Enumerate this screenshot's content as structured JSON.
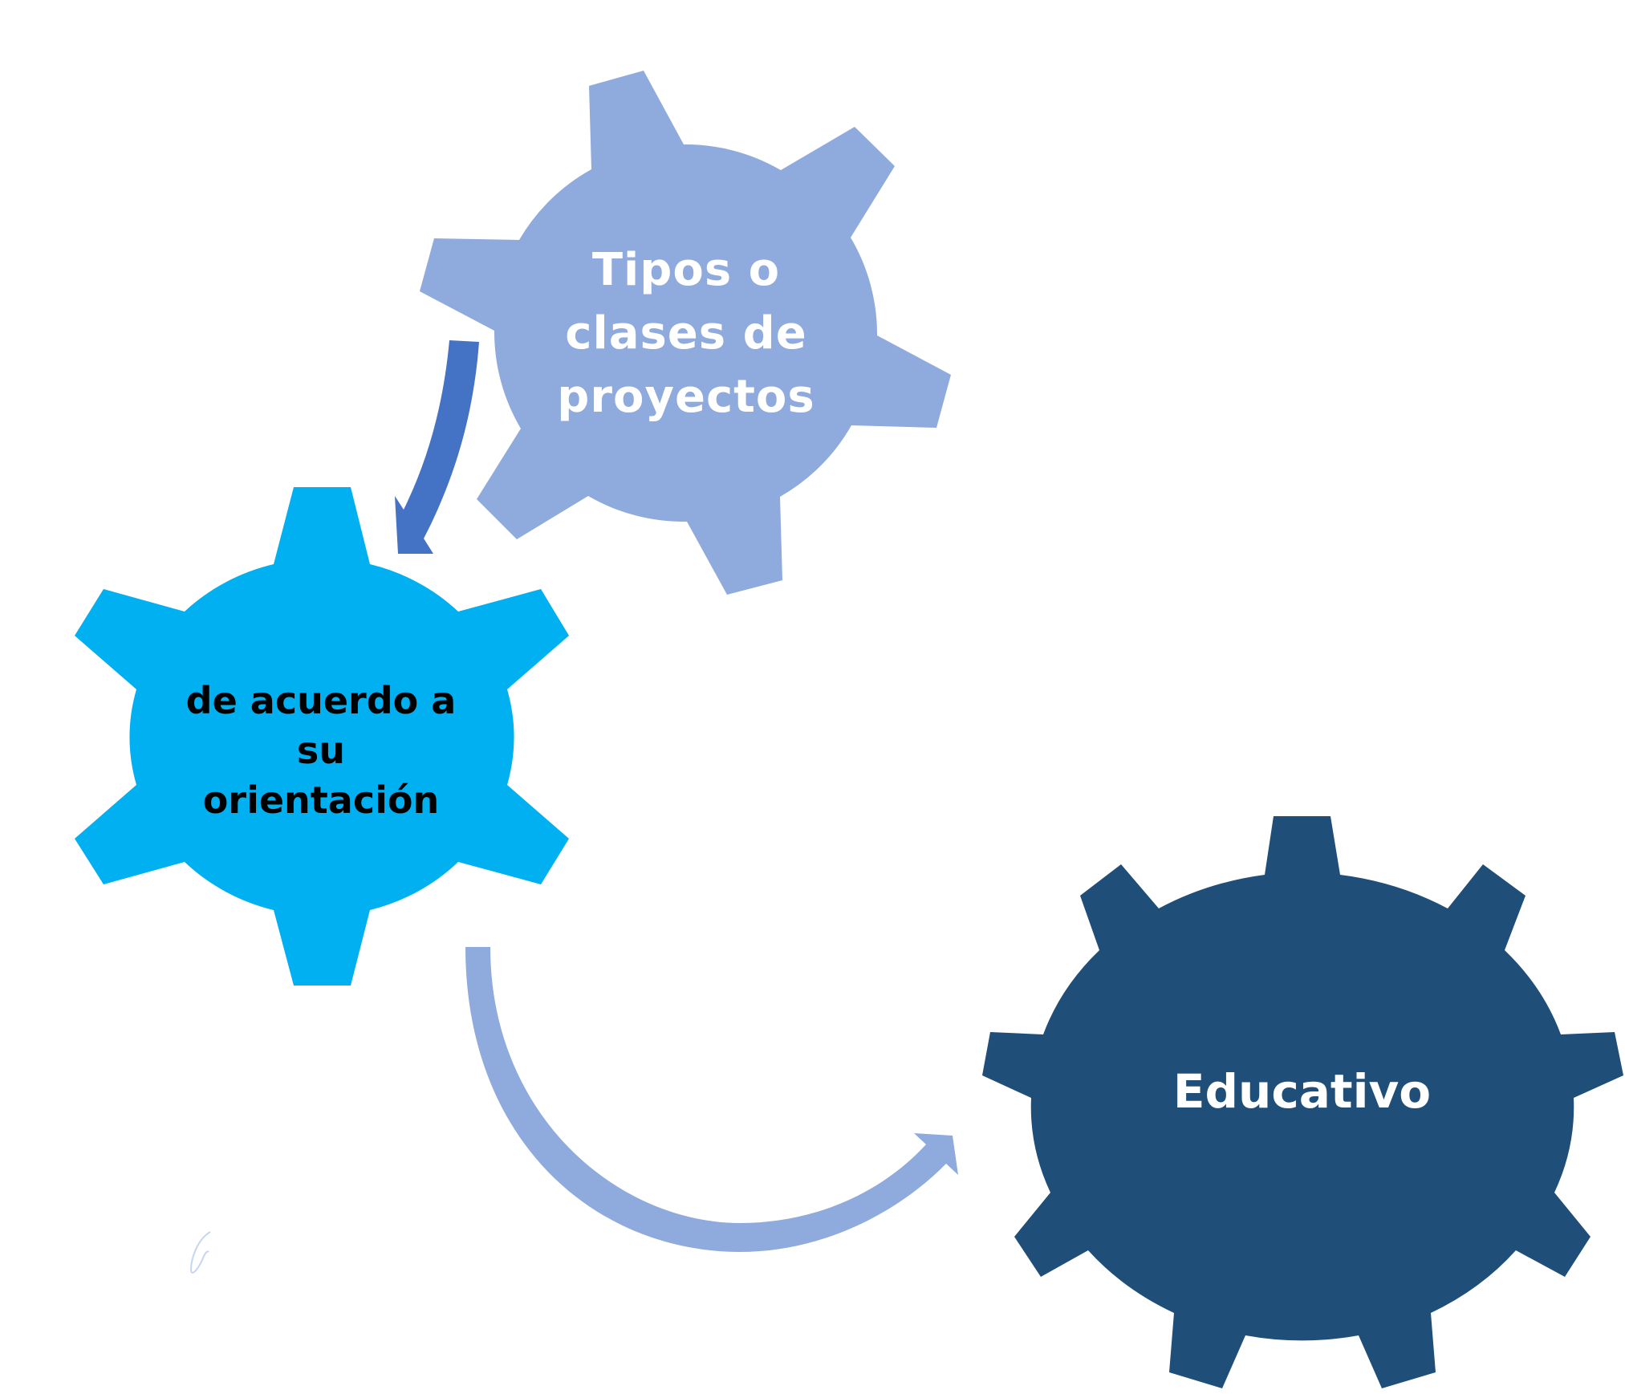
{
  "diagram": {
    "type": "gear-cycle",
    "nodes": [
      {
        "id": "gear-top",
        "label_lines": [
          "Tipos o",
          "clases de",
          "proyectos"
        ],
        "fill": "#8FAADC",
        "text_color": "#FFFFFF"
      },
      {
        "id": "gear-left",
        "label_lines": [
          "de acuerdo a",
          "su",
          "orientación"
        ],
        "fill": "#00B0F0",
        "text_color": "#000000"
      },
      {
        "id": "gear-right",
        "label_lines": [
          "Educativo"
        ],
        "fill": "#1F4E79",
        "text_color": "#FFFFFF"
      }
    ],
    "edges": [
      {
        "from": "gear-top",
        "to": "gear-left",
        "color": "#4472C4",
        "style": "curved-arrow"
      },
      {
        "from": "gear-left",
        "to": "gear-right",
        "color": "#8FAADC",
        "style": "curved-arrow"
      }
    ],
    "decorations": [
      {
        "type": "faint-pen-stroke",
        "color": "#C5D5EE"
      }
    ]
  },
  "labels": {
    "top": {
      "line1": "Tipos o",
      "line2": "clases de",
      "line3": "proyectos"
    },
    "left": {
      "line1": "de acuerdo a",
      "line2": "su",
      "line3": "orientación"
    },
    "right": {
      "line1": "Educativo"
    }
  },
  "colors": {
    "gear_top": "#8FAADC",
    "gear_left": "#00B0F0",
    "gear_right": "#1F4E79",
    "arrow_top_to_left": "#4472C4",
    "arrow_left_to_right": "#8FAADC",
    "background": "#FFFFFF"
  }
}
